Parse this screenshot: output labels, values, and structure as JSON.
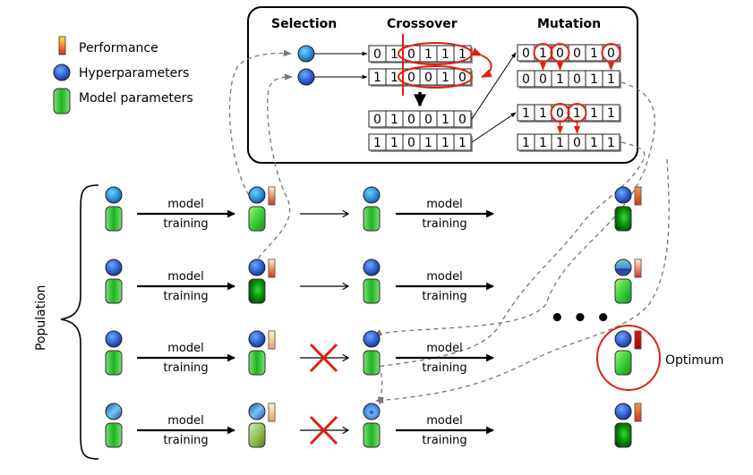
{
  "legend": {
    "items": [
      {
        "icon": "performance-bar-icon",
        "label": "Performance"
      },
      {
        "icon": "hyperparameter-sphere-icon",
        "label": "Hyperparameters"
      },
      {
        "icon": "model-parameter-block-icon",
        "label": "Model parameters"
      }
    ]
  },
  "inset": {
    "selection_title": "Selection",
    "crossover_title": "Crossover",
    "mutation_title": "Mutation",
    "crossover": {
      "parents": [
        [
          0,
          1,
          0,
          1,
          1,
          1
        ],
        [
          1,
          1,
          0,
          0,
          1,
          0
        ]
      ],
      "cut_after_bit": 2,
      "children": [
        [
          0,
          1,
          0,
          0,
          1,
          0
        ],
        [
          1,
          1,
          0,
          1,
          1,
          1
        ]
      ]
    },
    "mutation": [
      {
        "before": [
          0,
          1,
          0,
          0,
          1,
          0
        ],
        "mutated_positions": [
          1,
          2,
          5
        ],
        "after": [
          0,
          0,
          1,
          0,
          1,
          1
        ]
      },
      {
        "before": [
          1,
          1,
          0,
          1,
          1,
          1
        ],
        "mutated_positions": [
          2,
          3
        ],
        "after": [
          1,
          1,
          1,
          0,
          1,
          1
        ]
      }
    ]
  },
  "population": {
    "label": "Population",
    "arrow_label_line1": "model",
    "arrow_label_line2": "training",
    "rows": [
      {
        "performance": 0.35,
        "replaced": false
      },
      {
        "performance": 0.45,
        "replaced": false
      },
      {
        "performance": 0.15,
        "replaced": true
      },
      {
        "performance": 0.1,
        "replaced": true
      }
    ],
    "final_performance": [
      0.75,
      0.4,
      1.0,
      0.8
    ],
    "ellipsis": "• • •",
    "optimum_label": "Optimum",
    "optimum_row": 2
  },
  "colors": {
    "red": "#e02010",
    "dash": "#777777",
    "green": "#2bbf2b",
    "blue": "#3a7fd6"
  }
}
